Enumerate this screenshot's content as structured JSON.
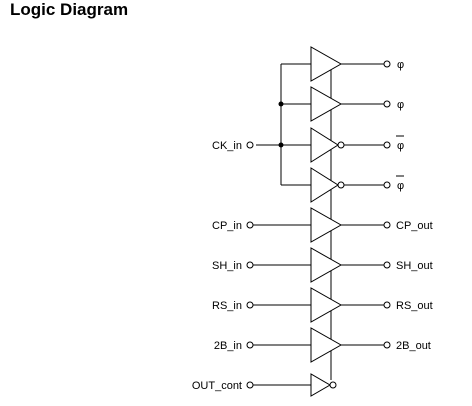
{
  "title": "Logic Diagram",
  "inputs": {
    "ck_in": "CK_in",
    "cp_in": "CP_in",
    "sh_in": "SH_in",
    "rs_in": "RS_in",
    "b2_in": "2B_in",
    "out_cont": "OUT_cont"
  },
  "outputs": {
    "phi_1": "φ",
    "phi_2": "φ",
    "phi_bar_1": "φ",
    "phi_bar_2": "φ",
    "cp_out": "CP_out",
    "sh_out": "SH_out",
    "rs_out": "RS_out",
    "b2_out": "2B_out"
  }
}
